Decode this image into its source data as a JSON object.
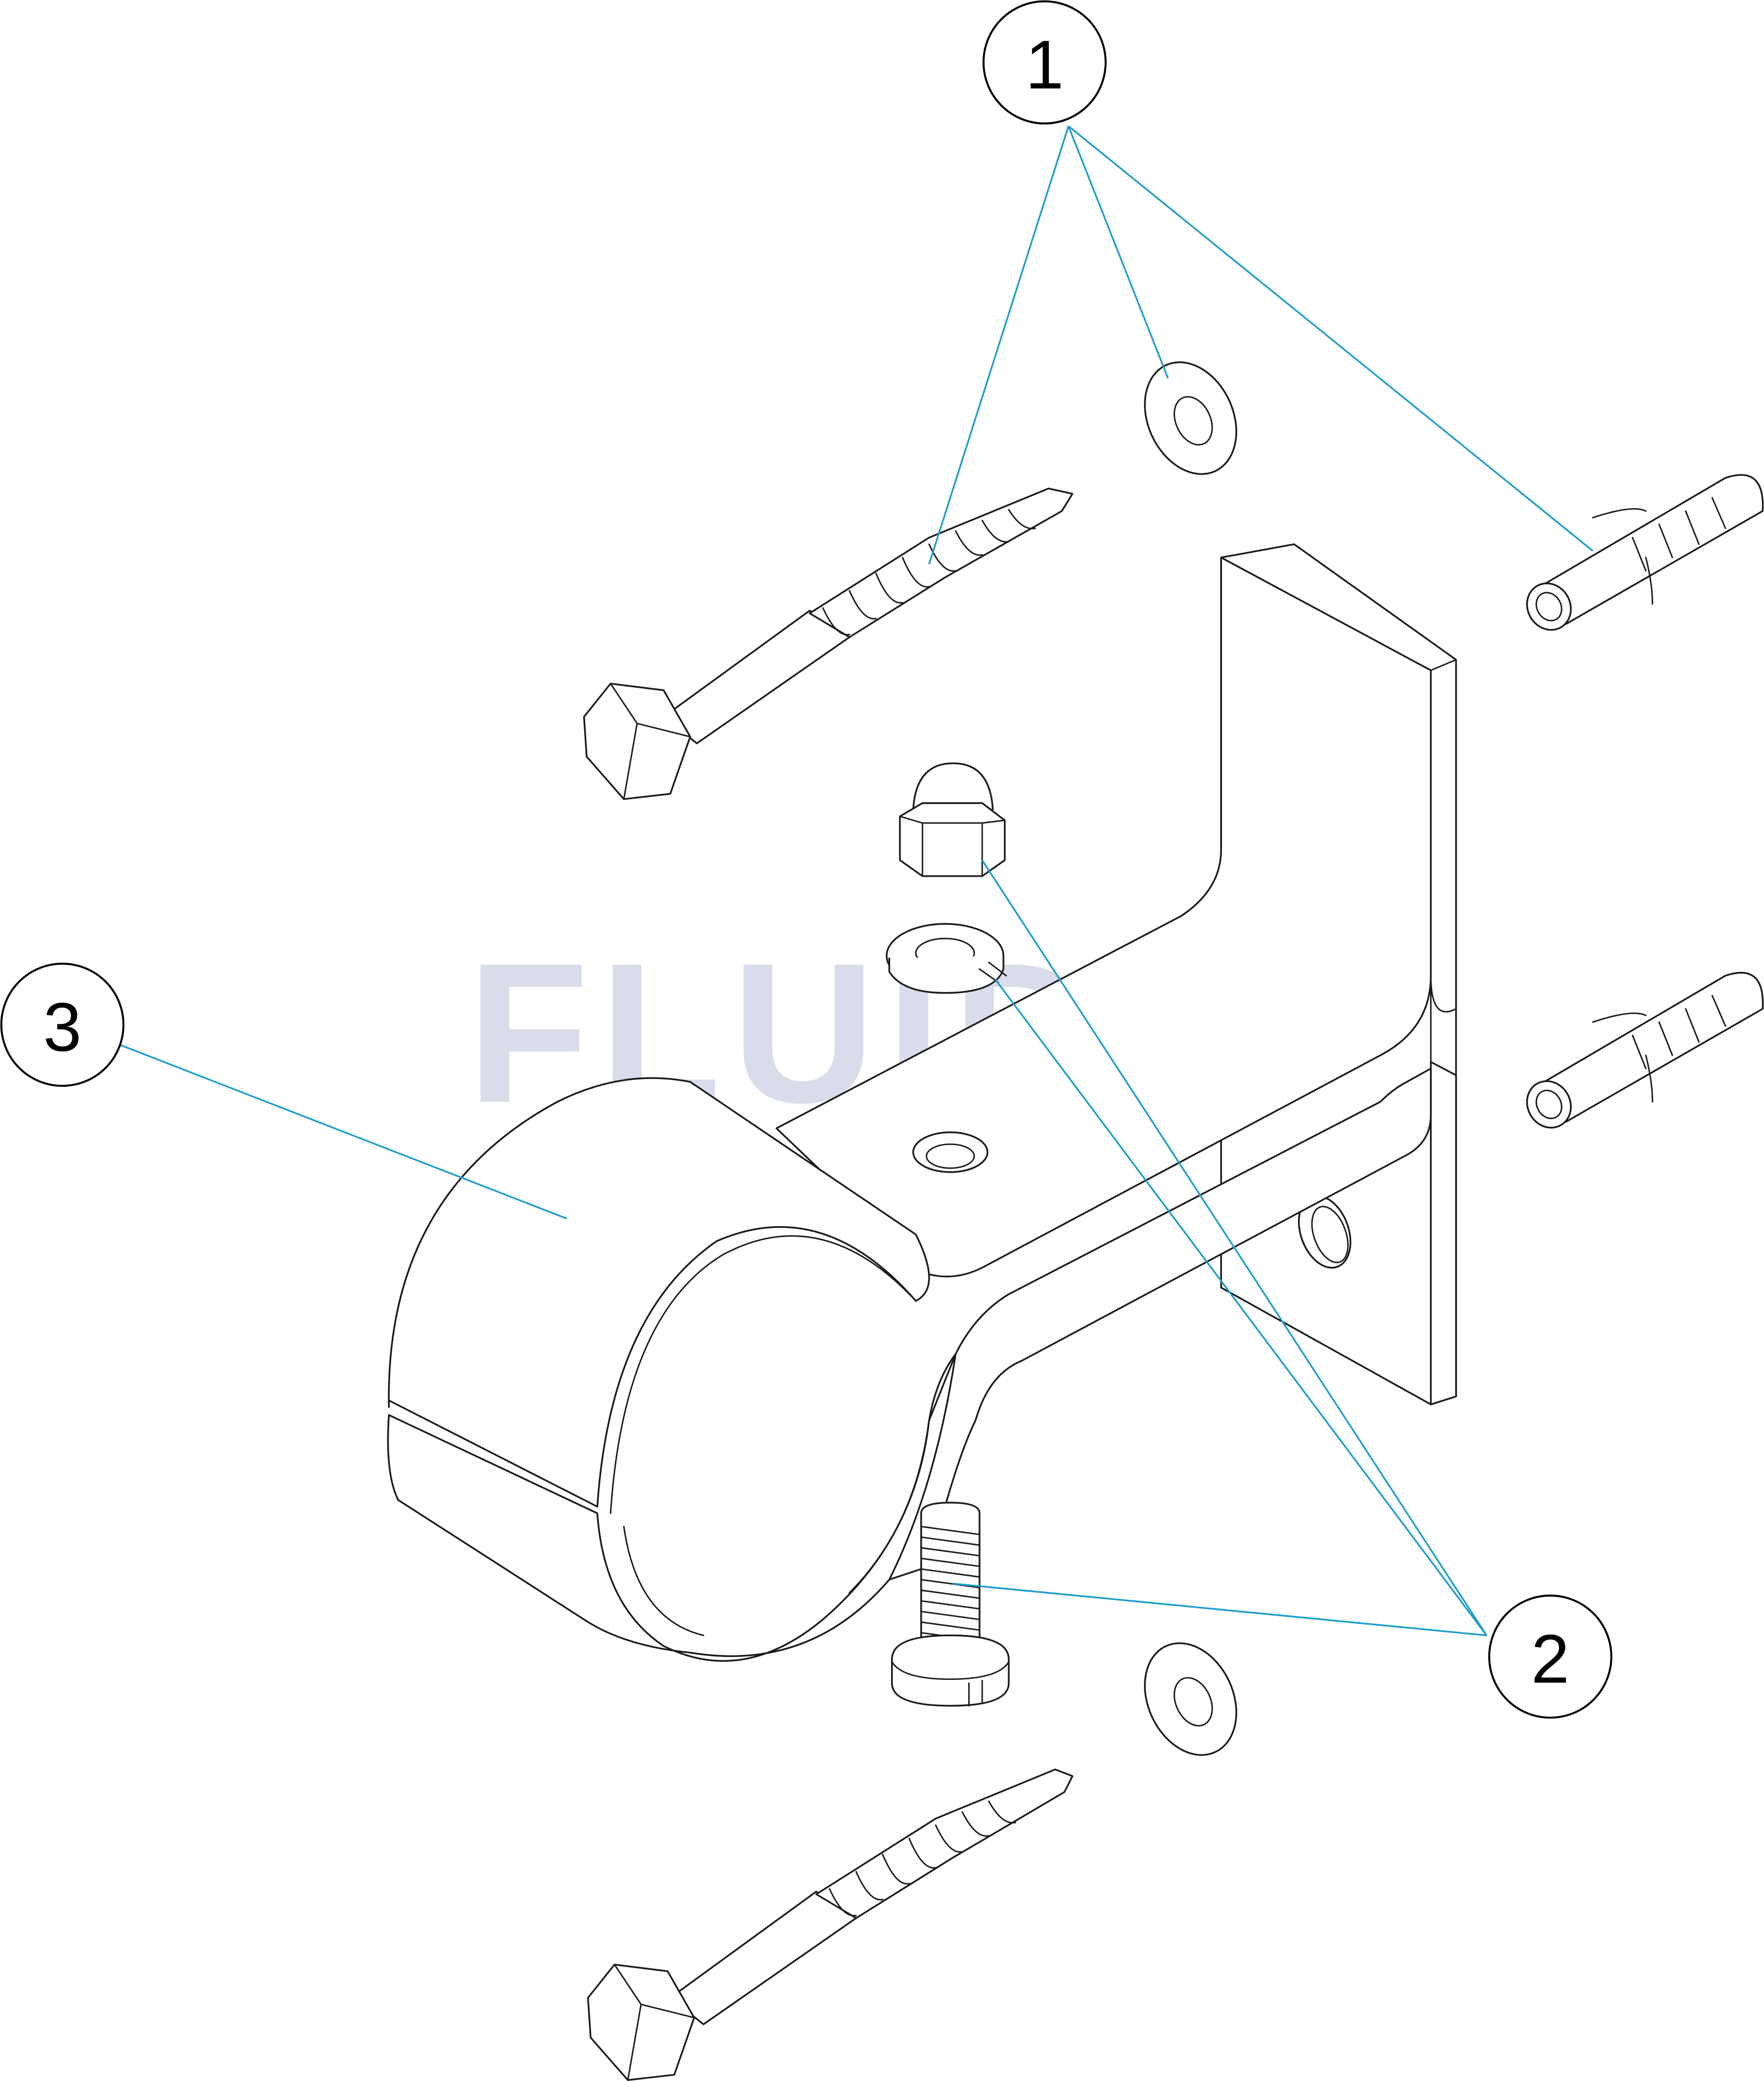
{
  "diagram": {
    "watermark": "FLUIDRA",
    "colors": {
      "leader_line": "#1e9dcc",
      "watermark": "#d9dcea",
      "line_art": "#1a1a1a"
    },
    "callouts": [
      {
        "label": "1",
        "parts": [
          "hex-head-wood-screw",
          "flat-washer",
          "wall-plug"
        ]
      },
      {
        "label": "2",
        "parts": [
          "cap-nut",
          "split-lock-washer",
          "slotted-machine-screw"
        ]
      },
      {
        "label": "3",
        "parts": [
          "pipe-clamp-bracket"
        ]
      }
    ]
  }
}
